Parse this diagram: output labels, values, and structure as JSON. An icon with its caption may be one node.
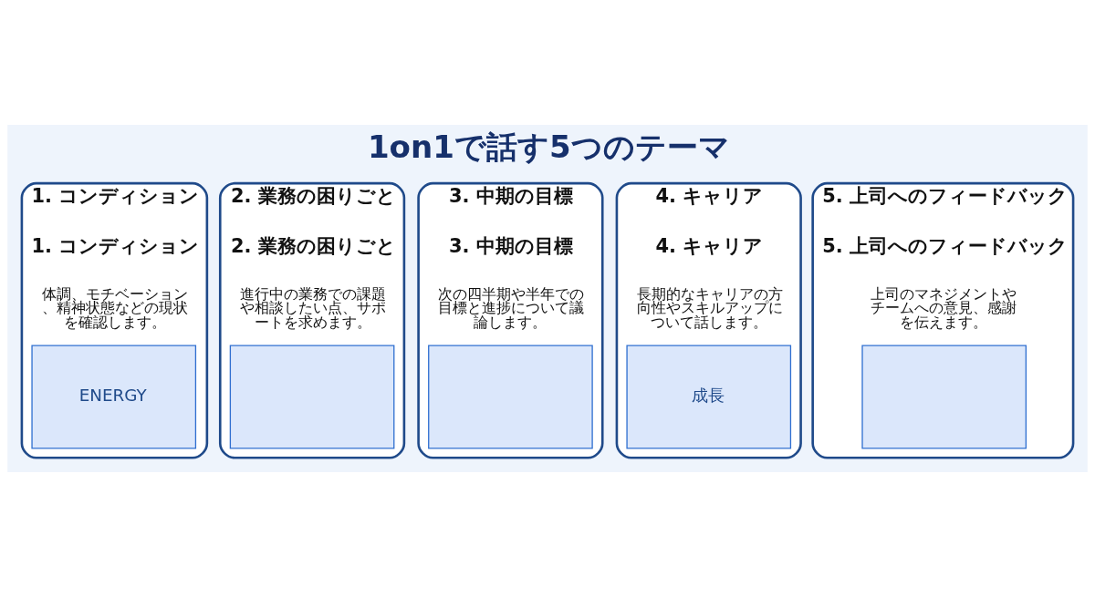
{
  "diagram": {
    "title": "1on1で話す5つのテーマ",
    "nodes": [
      {
        "text": [
          "1. コンディション",
          "1. コンディション",
          "体調、モチベーション、精神状態などの現状を確認します。"
        ]
      },
      {
        "text": [
          "ENERGY"
        ],
        "in": 0
      },
      {
        "text": [
          "2. 業務の困りごと",
          "2. 業務の困りごと",
          "進行中の業務での課題や相談したい点、サポートを求めます。"
        ]
      },
      {
        "text": [],
        "shape": "box",
        "in": 2
      },
      {
        "text": [
          "3. 中期の目標",
          "3. 中期の目標",
          "次の四半期や半年での目標と進捗について議論します。"
        ]
      },
      {
        "text": [],
        "shape": "box",
        "in": 4
      },
      {
        "text": [
          "4. キャリア",
          "4. キャリア",
          "長期的なキャリアの方向性やスキルアップについて話します。"
        ]
      },
      {
        "text": [
          "成長"
        ],
        "in": 6
      },
      {
        "text": [
          "5. 上司へのフィードバック",
          "5. 上司へのフィードバック",
          "上司のマネジメントやチームへの意見、感謝を伝えます。"
        ]
      },
      {
        "text": [],
        "shape": "box",
        "in": 8
      }
    ],
    "edges": []
  }
}
